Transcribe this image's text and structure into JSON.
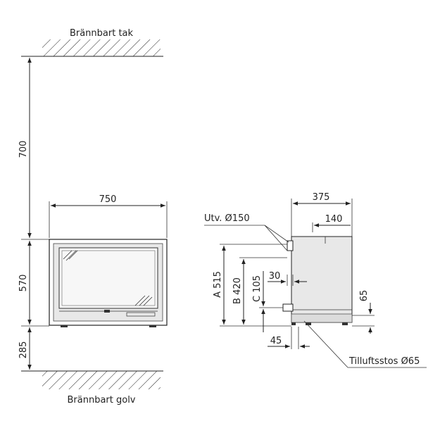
{
  "labels": {
    "ceiling": "Brännbart tak",
    "floor": "Brännbart golv",
    "outlet": "Utv. Ø150",
    "inlet": "Tilluftsstos Ø65"
  },
  "dims": {
    "d700": "700",
    "d570": "570",
    "d285": "285",
    "d750": "750",
    "d375": "375",
    "d140": "140",
    "a515": "A 515",
    "b420": "B 420",
    "c105": "C 105",
    "d30": "30",
    "d65": "65",
    "d45": "45"
  },
  "colors": {
    "line": "#222222",
    "stove_fill": "#e8e8e8",
    "glass_fill": "#f7f7f7"
  }
}
